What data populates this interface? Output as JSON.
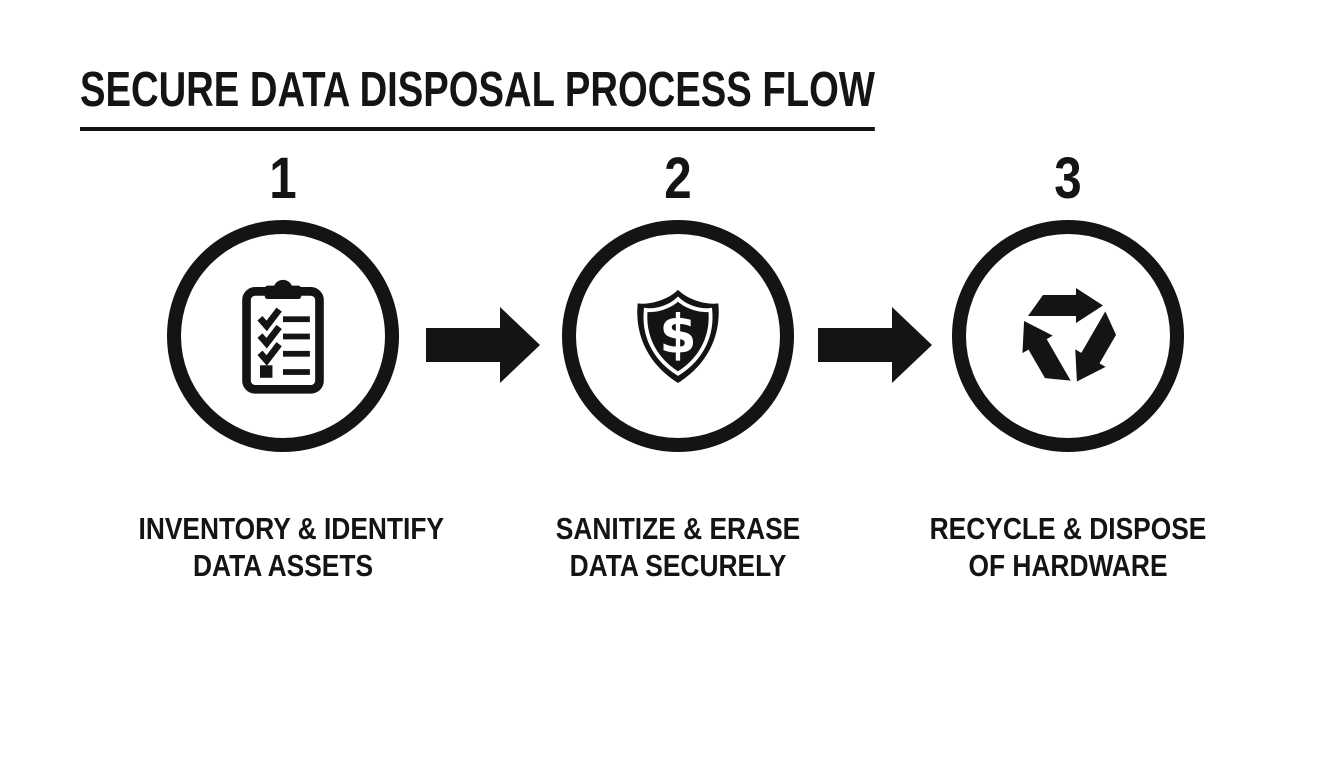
{
  "title": {
    "text": "SECURE DATA DISPOSAL PROCESS FLOW"
  },
  "steps": [
    {
      "number": "1",
      "icon": "clipboard-checklist-icon",
      "label": [
        "INVENTORY & IDENTIFY",
        "DATA ASSETS"
      ]
    },
    {
      "number": "2",
      "icon": "shield-dollar-icon",
      "label": [
        "SANITIZE & ERASE",
        "DATA SECURELY"
      ]
    },
    {
      "number": "3",
      "icon": "recycle-icon",
      "label": [
        "RECYCLE & DISPOSE",
        "OF HARDWARE"
      ]
    }
  ],
  "connectors": [
    {
      "type": "arrow-right"
    },
    {
      "type": "arrow-right"
    }
  ],
  "colors": {
    "ink": "#141414",
    "background": "#ffffff"
  }
}
